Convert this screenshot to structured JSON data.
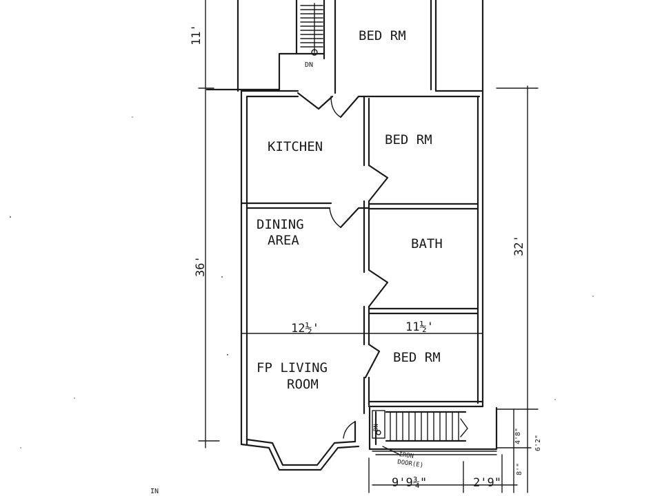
{
  "rooms": {
    "bed_top": "BED RM",
    "kitchen": "KITCHEN",
    "bed_mid": "BED RM",
    "dining_1": "DINING",
    "dining_2": "AREA",
    "bath": "BATH",
    "living_1": "FP LIVING",
    "living_2": "ROOM",
    "bed_bottom": "BED RM"
  },
  "labels": {
    "stair_dn_top": "DN",
    "stair_dn_bottom": "DN",
    "iron_door_1": "IRON",
    "iron_door_2": "DOOR(E)",
    "compass": "IN"
  },
  "dimensions": {
    "upper_depth": "11'",
    "total_depth": "36'",
    "right_depth": "32'",
    "left_width": "12½'",
    "right_width": "11½'",
    "front_width": "9'9¾\"",
    "stair_width": "2'9\"",
    "step_a": "4'8\"",
    "step_b": "6'2\"",
    "step_c": "8'\""
  }
}
